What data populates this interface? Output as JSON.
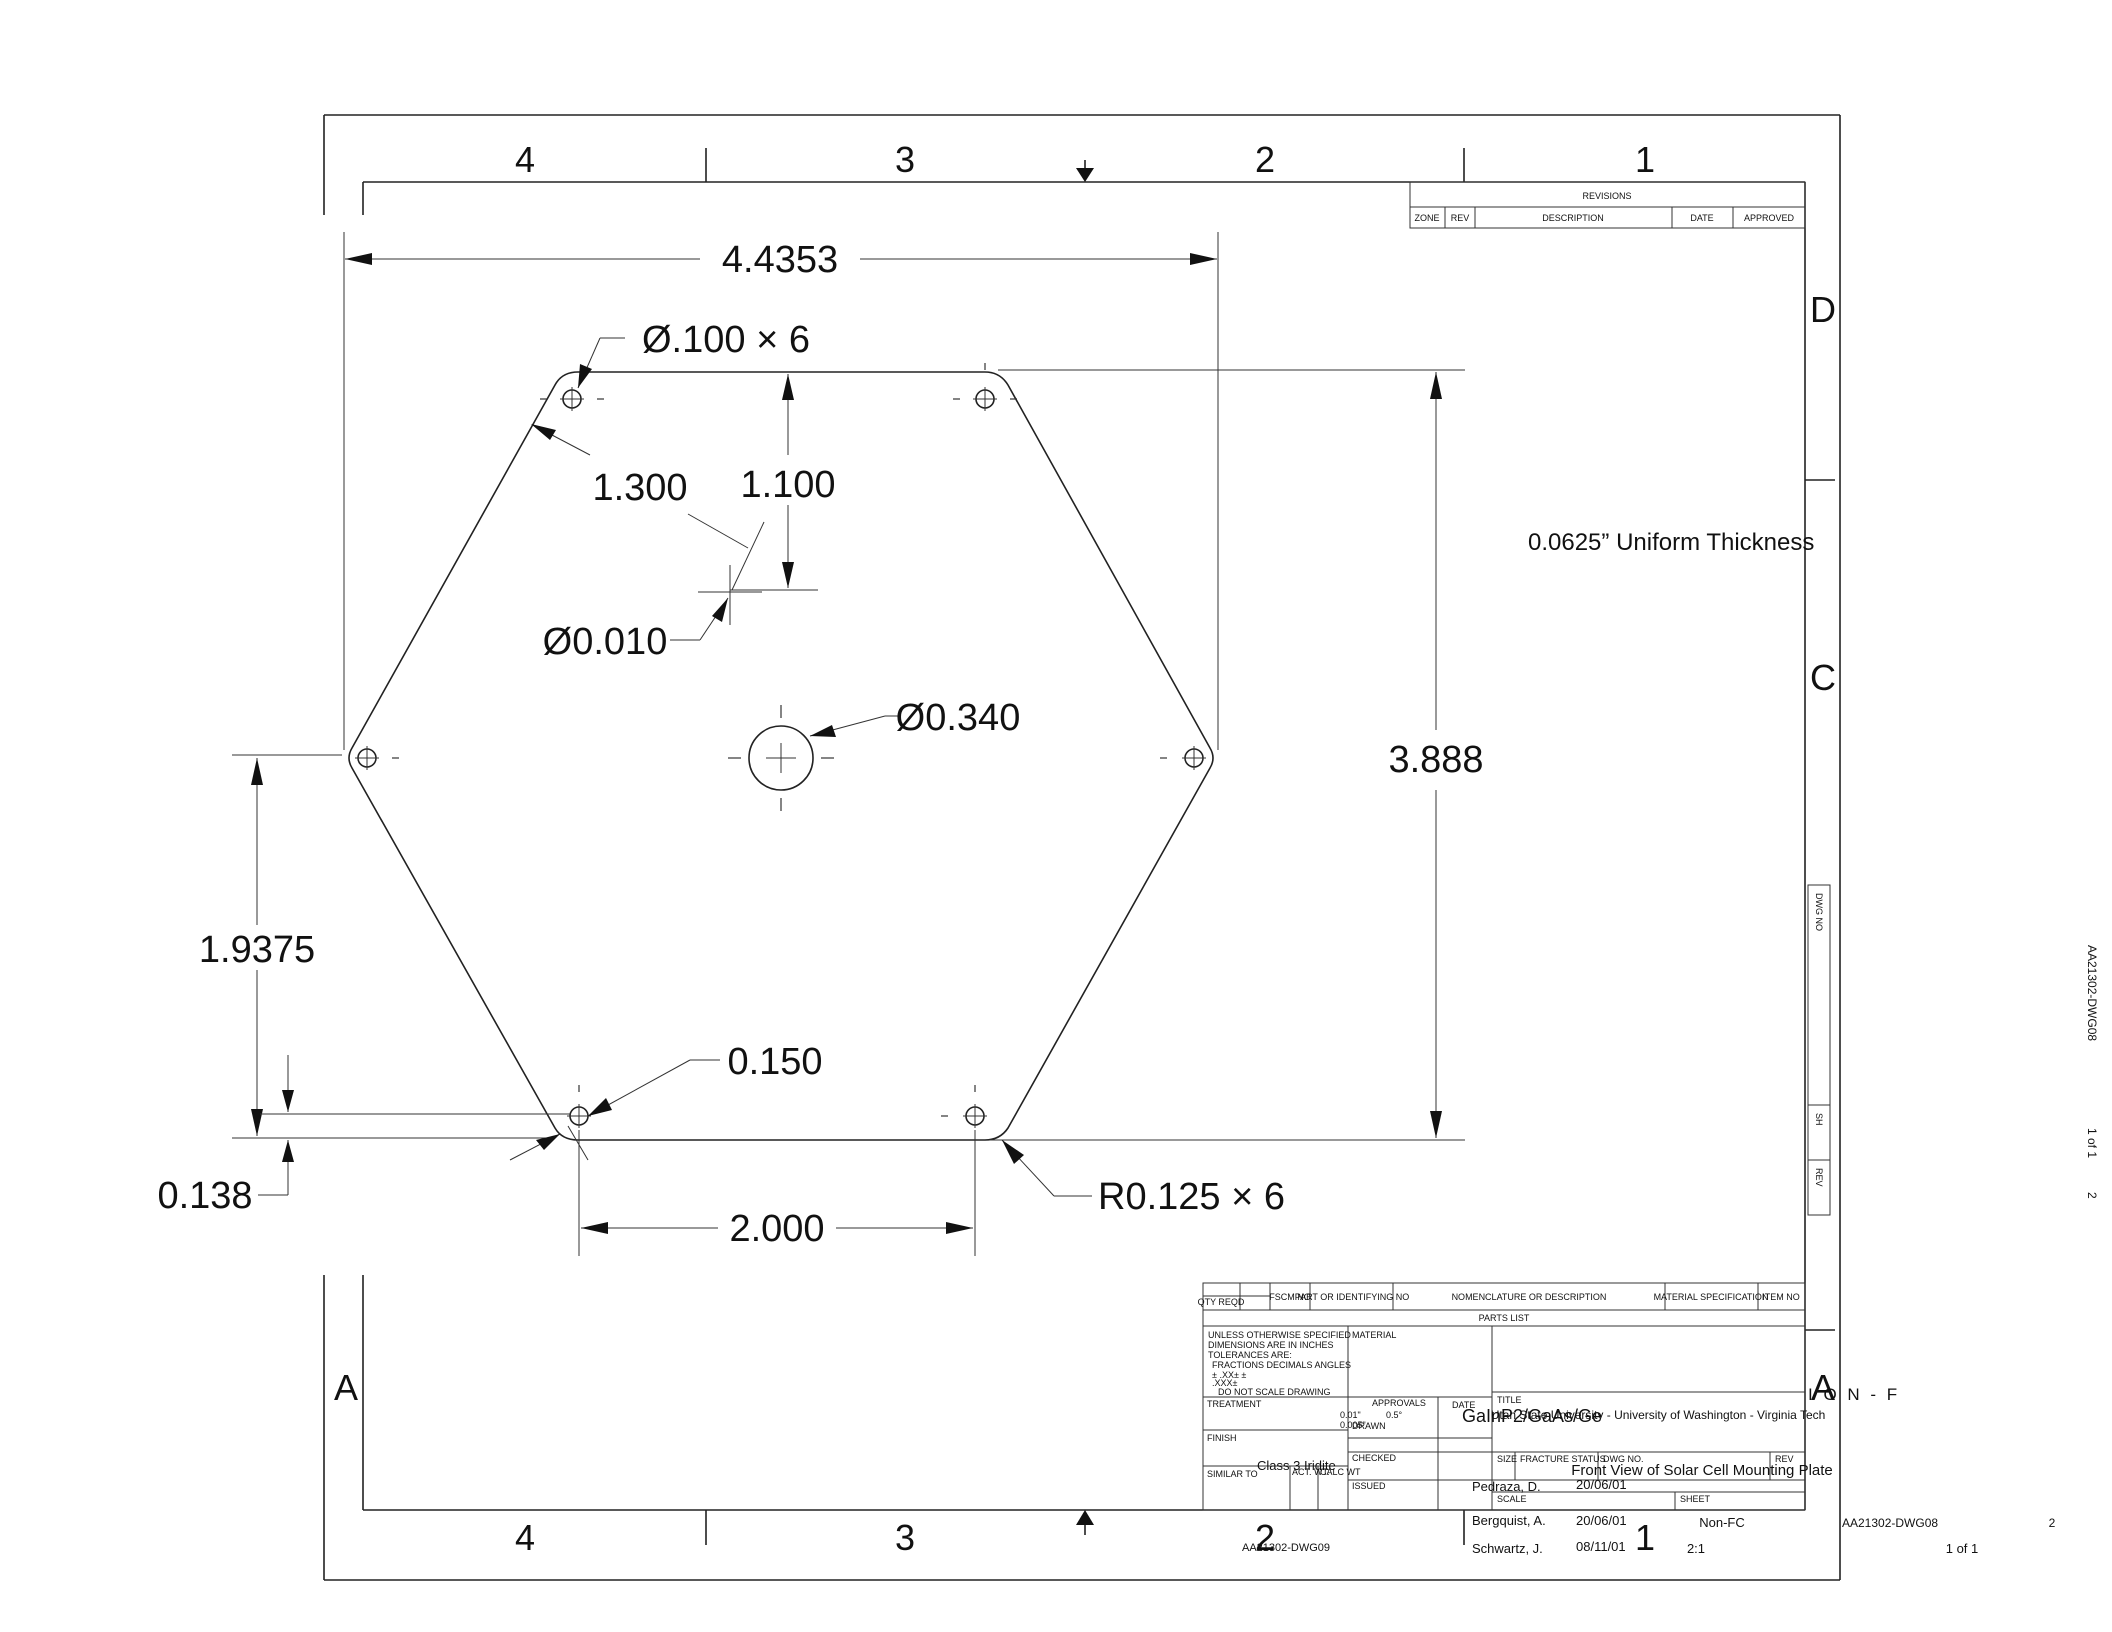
{
  "zones": {
    "cols": [
      "4",
      "3",
      "2",
      "1"
    ],
    "rows": [
      "D",
      "C",
      "A"
    ]
  },
  "dimensions": {
    "overall_width": "4.4353",
    "hole_callout": "Ø.100 × 6",
    "edge_offset": "1.300",
    "vertical_offset": "1.100",
    "point_dia": "Ø0.010",
    "center_hole": "Ø0.340",
    "overall_height": "3.888",
    "half_height": "1.9375",
    "hole_offset": "0.150",
    "bottom_offset": "0.138",
    "hole_spacing": "2.000",
    "corner_radius": "R0.125 × 6"
  },
  "note": "0.0625” Uniform Thickness",
  "revisions": {
    "title": "REVISIONS",
    "headers": [
      "ZONE",
      "REV",
      "DESCRIPTION",
      "DATE",
      "APPROVED"
    ]
  },
  "side_strip": {
    "dwg_no": "DWG NO",
    "sh": "SH",
    "rev": "REV"
  },
  "rotated_labels": {
    "dwg": "AA21302-DWG08",
    "sheet": "1 of 1",
    "rev": "2"
  },
  "parts_list": {
    "headers": [
      "QTY REQD",
      "FSCM NO",
      "PART OR IDENTIFYING NO",
      "NOMENCLATURE OR DESCRIPTION",
      "MATERIAL SPECIFICATION",
      "ITEM NO"
    ],
    "caption": "PARTS LIST"
  },
  "title_block": {
    "tolerance_lines": [
      "UNLESS OTHERWISE SPECIFIED",
      "DIMENSIONS ARE IN INCHES",
      "TOLERANCES ARE:",
      "FRACTIONS  DECIMALS  ANGLES",
      "±          .XX±         ±",
      "           .XXX±",
      "DO NOT SCALE DRAWING"
    ],
    "material_label": "MATERIAL",
    "treatment_label": "TREATMENT",
    "finish_label": "FINISH",
    "similar_label": "SIMILAR TO",
    "act_wt": "ACT. WT.",
    "calc_wt": "CALC WT",
    "approvals_label": "APPROVALS",
    "date_label": "DATE",
    "drawn_label": "DRAWN",
    "checked_label": "CHECKED",
    "issued_label": "ISSUED",
    "title_label": "TITLE",
    "size_label": "SIZE",
    "fracture_label": "FRACTURE STATUS",
    "dwgno_label": "DWG NO.",
    "rev_label": "REV",
    "scale_label": "SCALE",
    "sheet_label": "SHEET",
    "tol_decimal": "0.01\"",
    "tol_decimal2": "0.005\"",
    "tol_angle": "0.5°",
    "material": "GaInP2/GaAs/Ge",
    "org": "I O N - F",
    "universities": "Utah State University - University of Washington - Virginia Tech",
    "finish": "Class 3 Iridite",
    "title": "Front View of Solar Cell Mounting Plate",
    "drawn_by": "Pedraza, D.",
    "drawn_date": "20/06/01",
    "checked_by": "Bergquist, A.",
    "checked_date": "20/06/01",
    "issued_by": "Schwartz, J.",
    "issued_date": "08/11/01",
    "fracture_status": "Non-FC",
    "dwg_no": "AA21302-DWG08",
    "rev": "2",
    "scale": "2:1",
    "sheet": "1 of 1",
    "similar_to": "AA21302-DWG09"
  }
}
